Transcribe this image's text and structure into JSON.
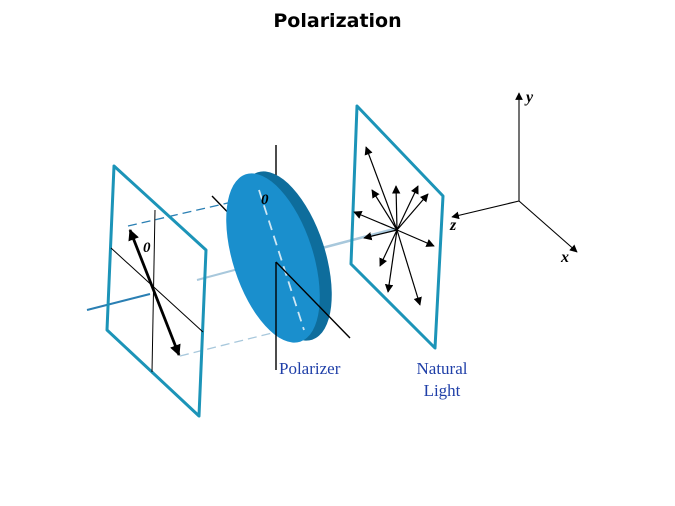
{
  "title": "Polarization",
  "labels": {
    "polarizer": "Polarizer",
    "natural_light_1": "Natural",
    "natural_light_2": "Light",
    "zero_left": "0",
    "zero_disk": "0",
    "axis_x": "x",
    "axis_y": "y",
    "axis_z": "z"
  },
  "colors": {
    "frame": "#1c94b8",
    "disk": "#1a8fcd",
    "disk_edge": "#0e6d9c",
    "label_blue": "#1f3fa8",
    "beam": "#a8c8dc"
  }
}
